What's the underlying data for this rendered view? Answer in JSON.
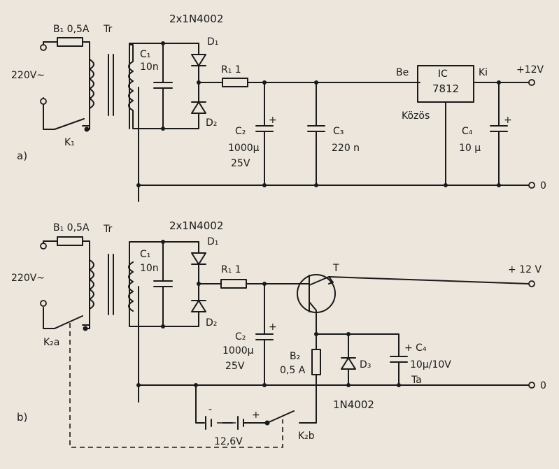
{
  "circuit_a": {
    "part_label": "a)",
    "fuse": "B₁ 0,5A",
    "transformer": "Tr",
    "mains": "220V~",
    "switch": "K₁",
    "diode_type": "2x1N4002",
    "cap1": "C₁",
    "cap1_val": "10n",
    "diode1": "D₁",
    "diode2": "D₂",
    "resistor": "R₁ 1",
    "cap2": "C₂",
    "cap2_val1": "1000µ",
    "cap2_val2": "25V",
    "cap3": "C₃",
    "cap3_val": "220 n",
    "ic_in": "Be",
    "ic_name": "IC",
    "ic_part": "7812",
    "ic_out": "Ki",
    "ic_gnd": "Közös",
    "cap4": "C₄",
    "cap4_val": "10 µ",
    "out_plus": "+12V",
    "out_zero": "0",
    "plus_sign": "+"
  },
  "circuit_b": {
    "part_label": "b)",
    "fuse": "B₁ 0,5A",
    "transformer": "Tr",
    "mains": "220V~",
    "switch_a": "K₂a",
    "switch_b": "K₂b",
    "diode_type": "2x1N4002",
    "cap1": "C₁",
    "cap1_val": "10n",
    "diode1": "D₁",
    "diode2": "D₂",
    "resistor": "R₁ 1",
    "transistor": "T",
    "cap2": "C₂",
    "cap2_val1": "1000µ",
    "cap2_val2": "25V",
    "fuse2": "B₂",
    "fuse2_val": "0,5 A",
    "diode3": "D₃",
    "diode3_type": "1N4002",
    "cap4": "+ C₄",
    "cap4_val": "10µ/10V",
    "ta": "Ta",
    "battery": "12,6V",
    "battery_minus": "-",
    "battery_plus": "+",
    "out_plus": "+ 12 V",
    "out_zero": "0",
    "plus_sign": "+"
  }
}
